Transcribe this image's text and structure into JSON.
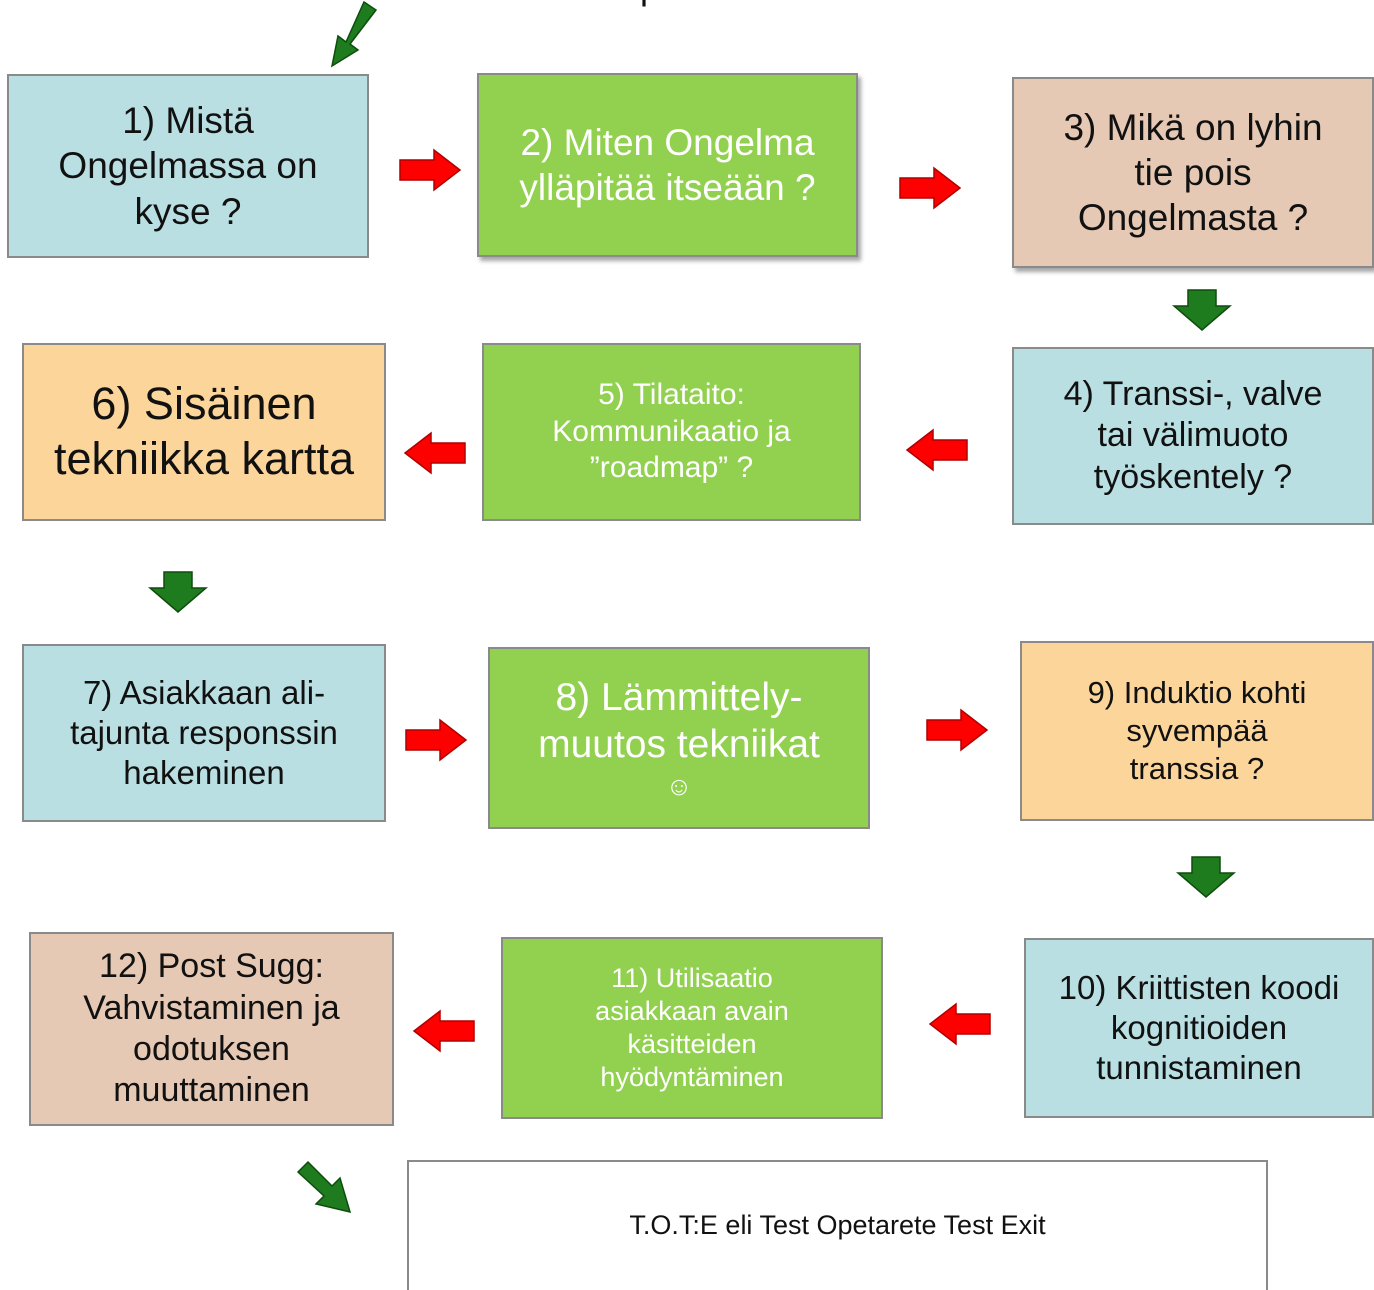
{
  "steps": [
    {
      "id": 1,
      "text": "1) Mistä\nOngelmassa on\nkyse ?"
    },
    {
      "id": 2,
      "text": "2) Miten Ongelma\nylläpitää itseään ?"
    },
    {
      "id": 3,
      "text": "3) Mikä on lyhin\ntie pois\nOngelmasta ?"
    },
    {
      "id": 4,
      "text": "4) Transsi-, valve\ntai välimuoto\ntyöskentely ?"
    },
    {
      "id": 5,
      "text": "5) Tilataito:\nKommunikaatio ja\n”roadmap” ?"
    },
    {
      "id": 6,
      "text": "6) Sisäinen\ntekniikka kartta"
    },
    {
      "id": 7,
      "text": "7) Asiakkaan ali-\ntajunta responssin\nhakeminen"
    },
    {
      "id": 8,
      "text": "8) Lämmittely-\nmuutos tekniikat"
    },
    {
      "id": 9,
      "text": "9) Induktio kohti\nsyvempää\ntranssia ?"
    },
    {
      "id": 10,
      "text": "10) Kriittisten koodi\nkognitioiden\ntunnistaminen"
    },
    {
      "id": 11,
      "text": "11) Utilisaatio\nasiakkaan avain\nkäsitteiden\nhyödyntäminen"
    },
    {
      "id": 12,
      "text": "12) Post Sugg:\nVahvistaminen ja\nodotuksen\nmuuttaminen"
    }
  ],
  "step8_emoji": "☺",
  "exit_box": "T.O.T:E eli Test Opetarete Test Exit",
  "colors": {
    "blue": "#b9dfe2",
    "green": "#92d050",
    "tan": "#e6c9b4",
    "orange": "#fcd59b",
    "arrow_red": "#ff0000",
    "arrow_green": "#1e7b1e"
  },
  "icons": {
    "flow_arrow": "arrow-icon"
  }
}
